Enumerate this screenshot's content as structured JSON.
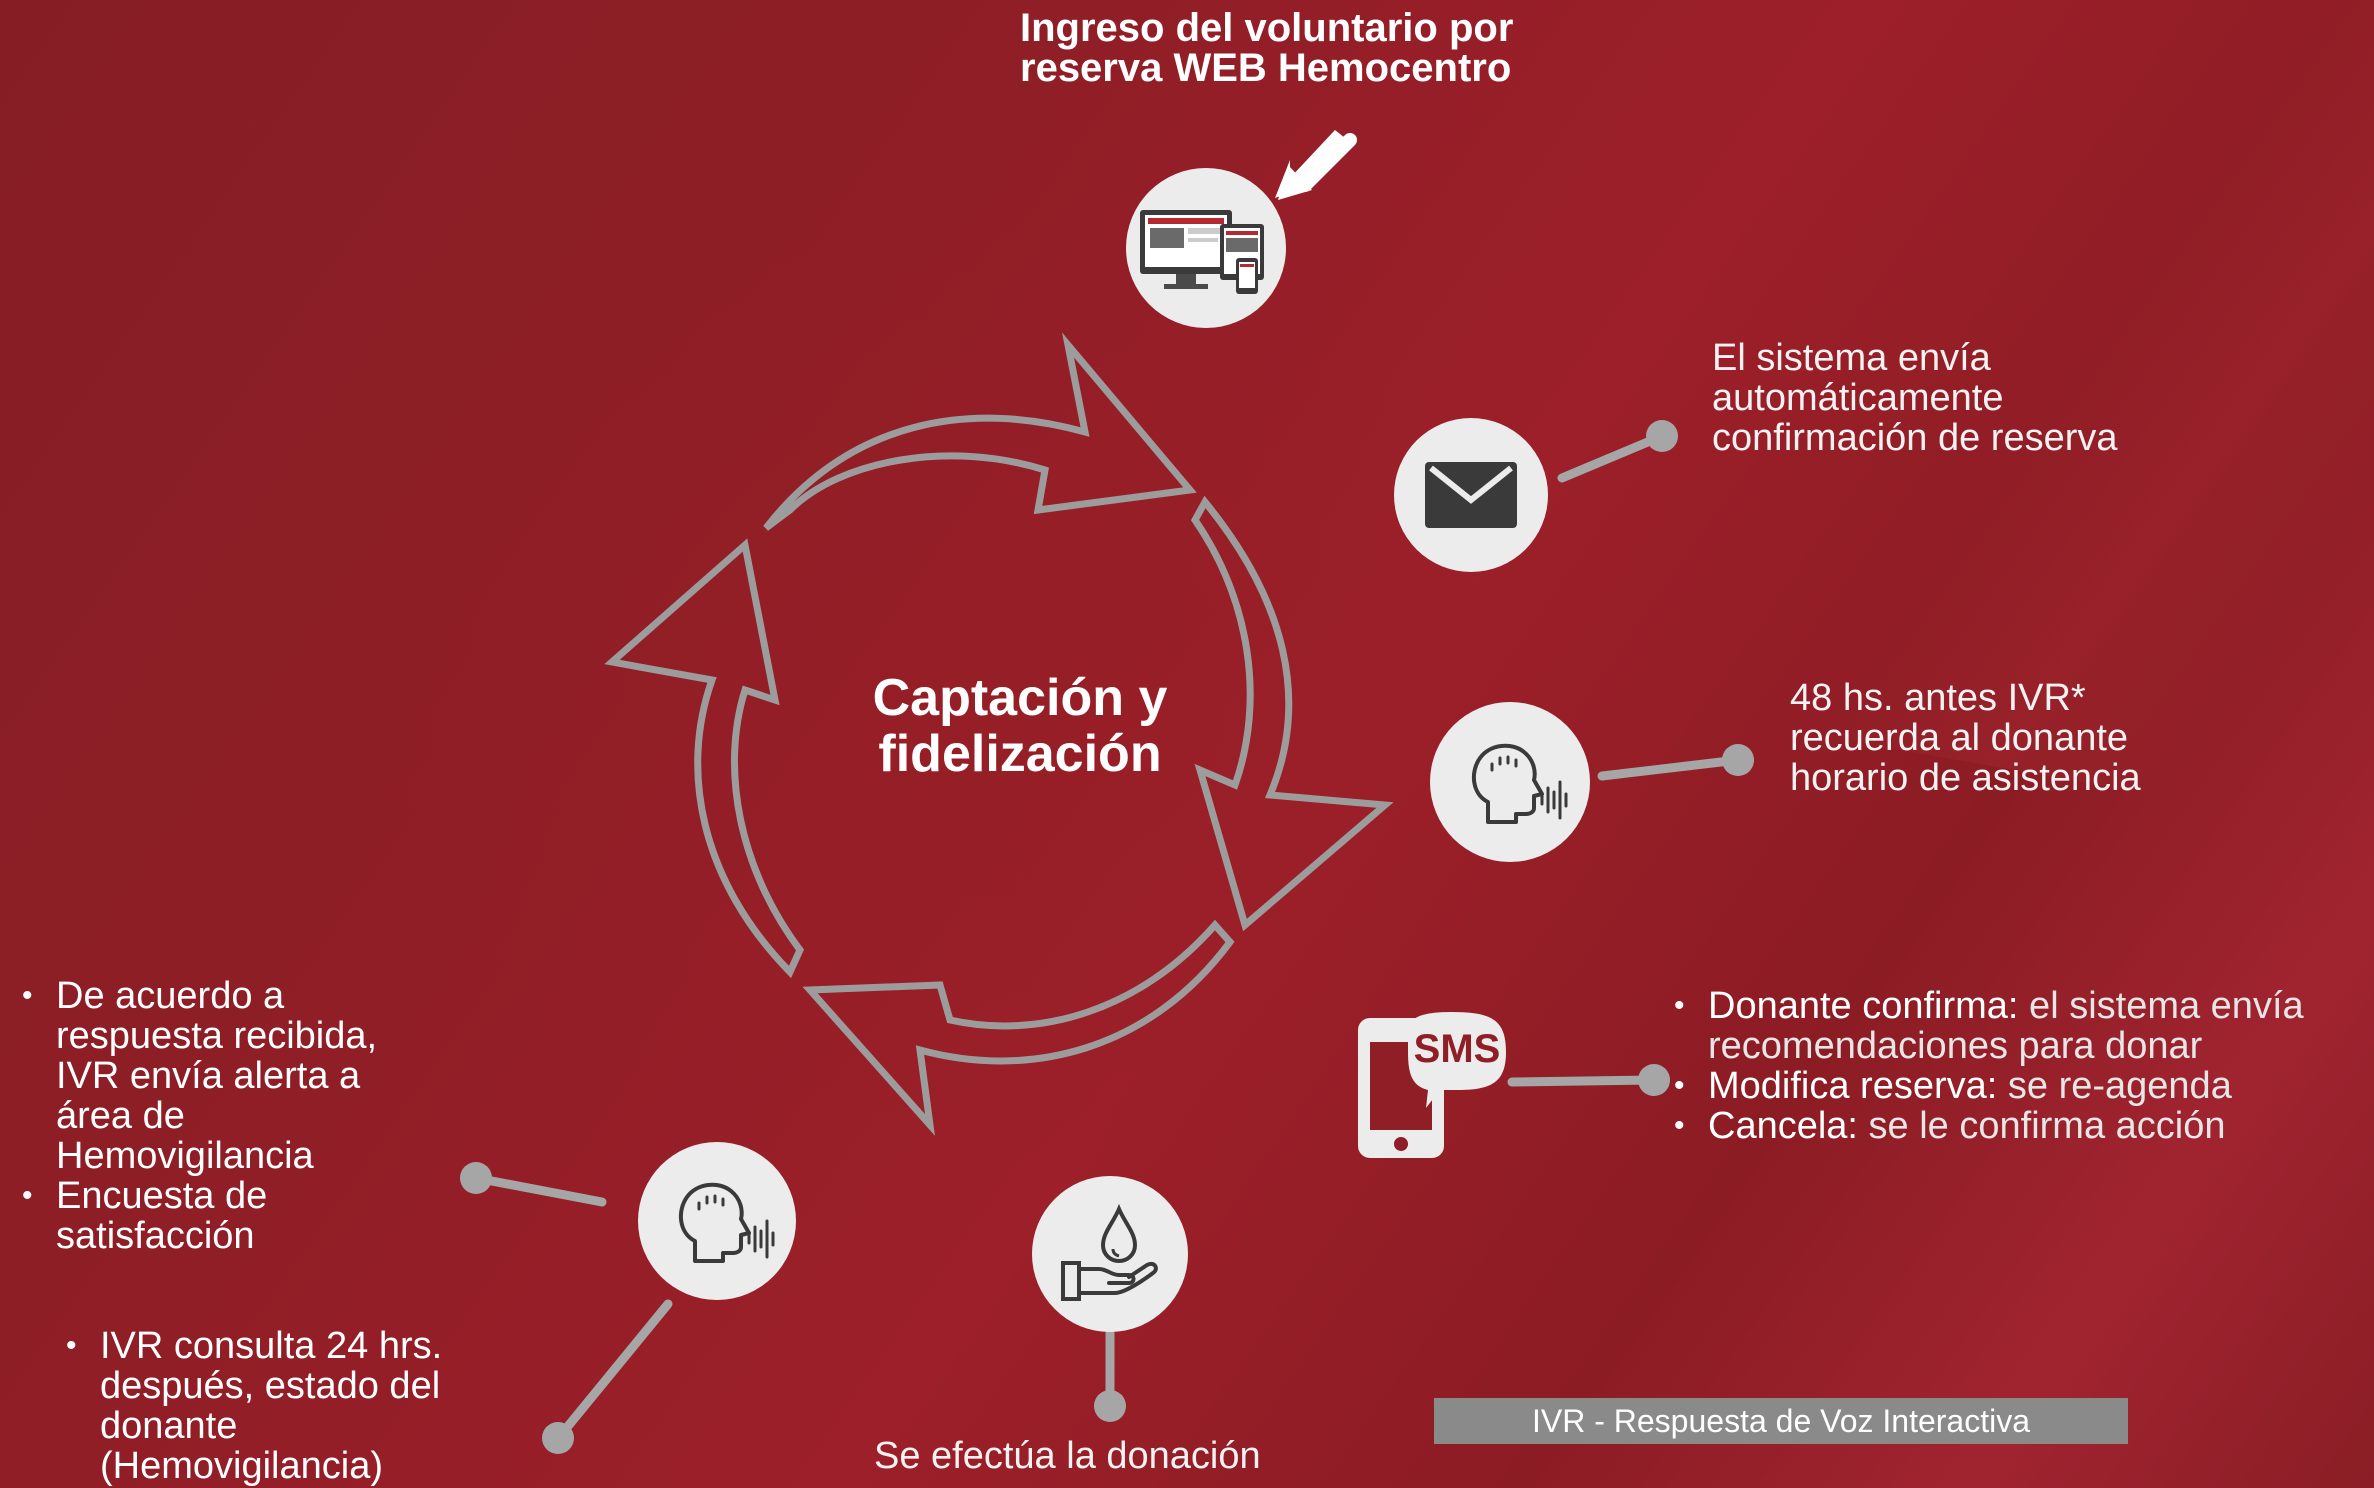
{
  "nodes": {
    "web": {
      "title": "Ingreso del voluntario por reserva WEB Hemocentro"
    },
    "email": {
      "text": "El sistema envía automáticamente confirmación de reserva"
    },
    "ivr_reminder": {
      "text": "48 hs. antes IVR* recuerda al donante horario de asistencia"
    },
    "sms": {
      "icon_label": "SMS",
      "items": [
        {
          "strong": "Donante confirma:",
          "rest": " el sistema envía recomendaciones para donar"
        },
        {
          "strong": "Modifica reserva:",
          "rest": " se re-agenda"
        },
        {
          "strong": "Cancela:",
          "rest": " se le confirma acción"
        }
      ]
    },
    "donation": {
      "text": "Se efectúa la donación"
    },
    "ivr_followup": {
      "items": [
        "De acuerdo a respuesta recibida, IVR envía alerta a área de Hemovigilancia",
        "Encuesta de satisfacción"
      ]
    },
    "ivr_query": {
      "items": [
        "IVR consulta 24 hrs. después, estado del donante (Hemovigilancia)"
      ]
    }
  },
  "center": {
    "title": "Captación y fidelización"
  },
  "legend": {
    "text": "IVR - Respuesta  de Voz Interactiva"
  },
  "colors": {
    "background": "#8f1e26",
    "icon_circle": "#ececec",
    "connector": "#a6a6a6",
    "cycle_arrows": "#9c9c9c"
  }
}
